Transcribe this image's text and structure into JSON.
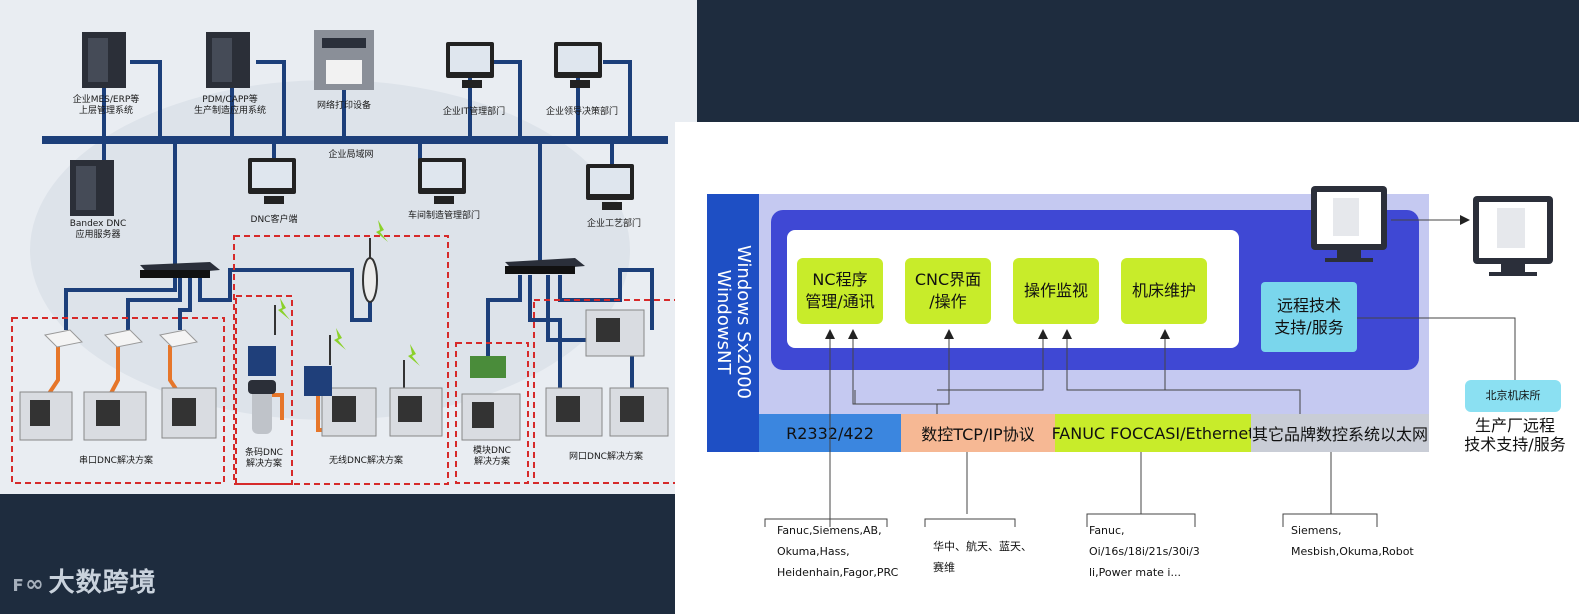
{
  "left_diagram": {
    "network_label": "企业局域网",
    "nodes": [
      {
        "label": "企业MES/ERP等\n上层管理系统",
        "icon": "server-icon"
      },
      {
        "label": "PDM/CAPP等\n生产制造应用系统",
        "icon": "server-icon"
      },
      {
        "label": "网络打印设备",
        "icon": "printer-icon"
      },
      {
        "label": "企业IT管理部门",
        "icon": "monitor-icon"
      },
      {
        "label": "企业领导决策部门",
        "icon": "monitor-icon"
      },
      {
        "label": "Bandex DNC\n应用服务器",
        "icon": "server-icon"
      },
      {
        "label": "DNC客户端",
        "icon": "monitor-icon"
      },
      {
        "label": "车间制造管理部门",
        "icon": "monitor-icon"
      },
      {
        "label": "企业工艺部门",
        "icon": "monitor-icon"
      }
    ],
    "zones": [
      {
        "label": "串口DNC解决方案"
      },
      {
        "label": "条码DNC\n解决方案"
      },
      {
        "label": "无线DNC解决方案"
      },
      {
        "label": "模块DNC\n解决方案"
      },
      {
        "label": "网口DNC解决方案"
      }
    ]
  },
  "brand": {
    "text": "大数跨境",
    "logo_icon": "kuajing-logo-icon"
  },
  "right_diagram": {
    "os_label": "Windows Sx2000\nWindowsNT",
    "modules": [
      "NC程序\n管理/通讯",
      "CNC界面\n/操作",
      "操作监视",
      "机床维护"
    ],
    "remote_support": "远程技术\n支持/服务",
    "beijing_label": "北京机床所",
    "factory_label": "生产厂远程\n技术支持/服务",
    "protocols": [
      {
        "label": "R2332/422",
        "color": "#3b86df"
      },
      {
        "label": "数控TCP/IP协议",
        "color": "#f6b894"
      },
      {
        "label": "FANUC FOCCASI/Ethernet",
        "color": "#c8ec2a"
      },
      {
        "label": "其它品牌数控系统以太网",
        "color": "#c9cdd6"
      }
    ],
    "brands": [
      "Fanuc,Siemens,AB,\nOkuma,Hass,\nHeidenhain,Fagor,PRC",
      "华中、航天、蓝天、\n赛维",
      "Fanuc,\nOi/16s/18i/21s/30i/3\nli,Power mate i...",
      "Siemens,\nMesbish,Okuma,Robot"
    ]
  }
}
